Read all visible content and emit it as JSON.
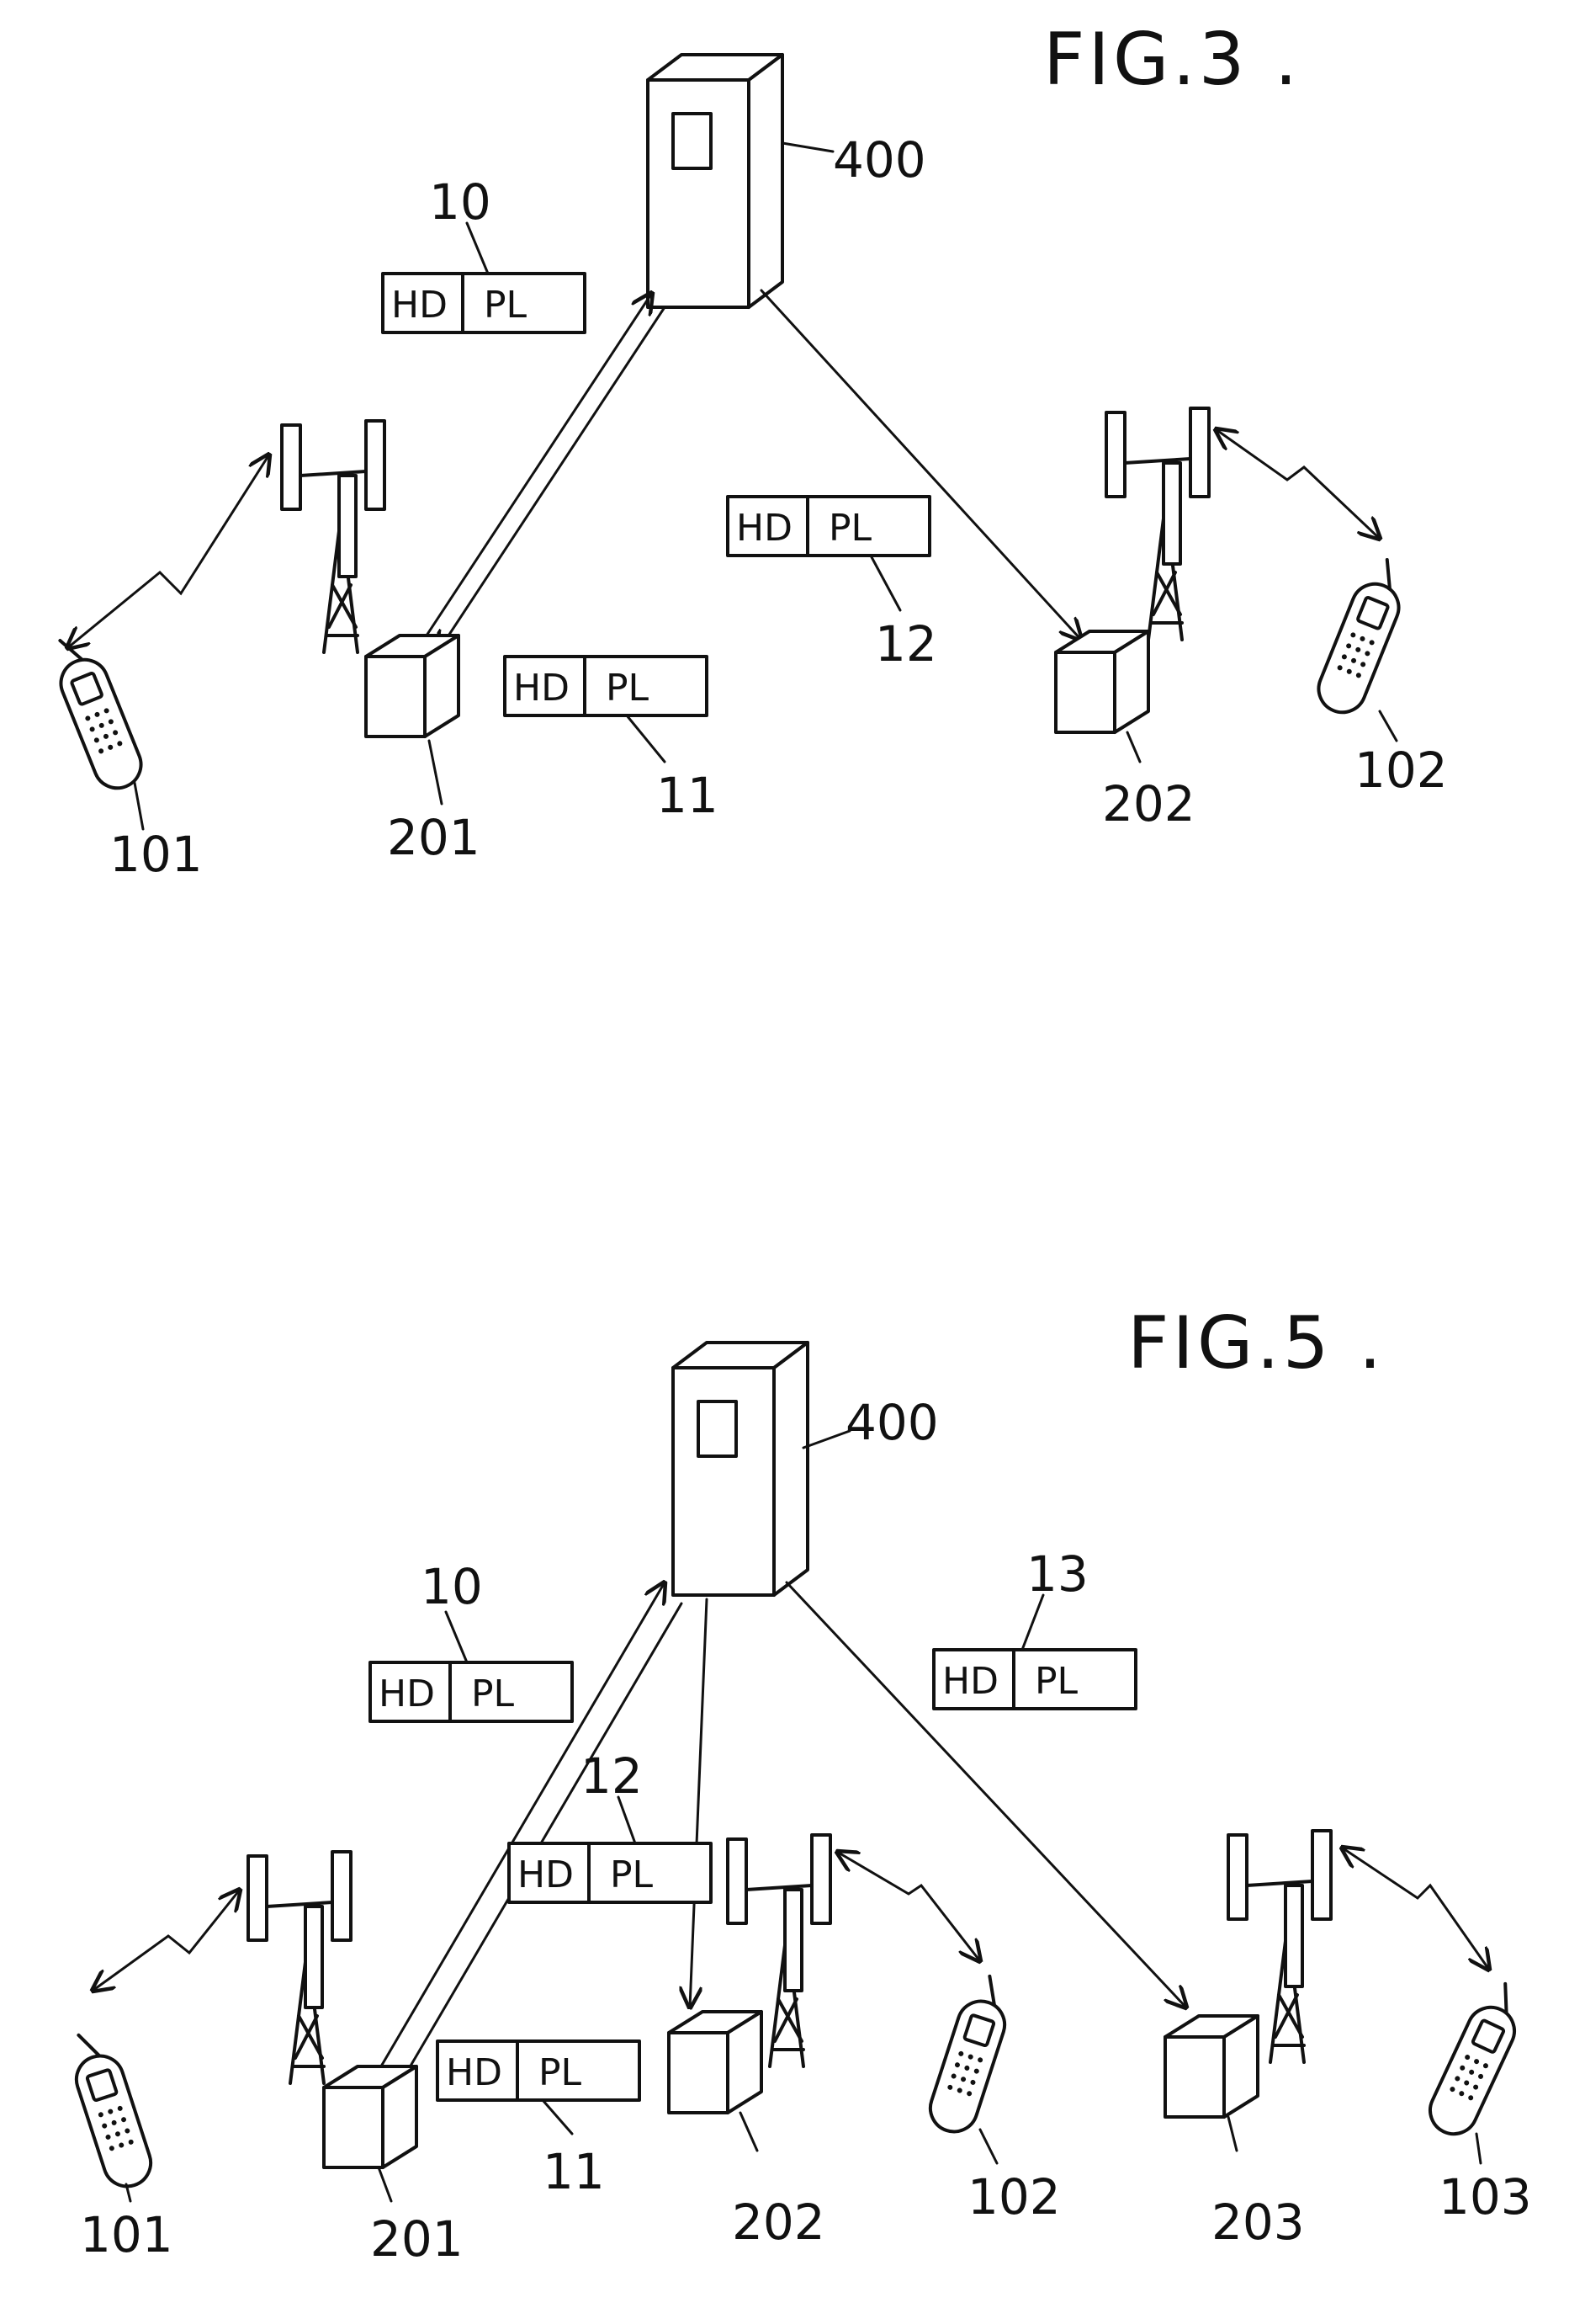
{
  "figures": [
    {
      "title": "FIG.3 .",
      "server_label": "400",
      "packets": [
        {
          "label": "10",
          "header": "HD",
          "payload": "PL"
        },
        {
          "label": "11",
          "header": "HD",
          "payload": "PL"
        },
        {
          "label": "12",
          "header": "HD",
          "payload": "PL"
        }
      ],
      "base_stations": [
        "201",
        "202"
      ],
      "mobiles": [
        "101",
        "102"
      ]
    },
    {
      "title": "FIG.5 .",
      "server_label": "400",
      "packets": [
        {
          "label": "10",
          "header": "HD",
          "payload": "PL"
        },
        {
          "label": "11",
          "header": "HD",
          "payload": "PL"
        },
        {
          "label": "12",
          "header": "HD",
          "payload": "PL"
        },
        {
          "label": "13",
          "header": "HD",
          "payload": "PL"
        }
      ],
      "base_stations": [
        "201",
        "202",
        "203"
      ],
      "mobiles": [
        "101",
        "102",
        "103"
      ]
    }
  ],
  "colors": {
    "ink": "#111111",
    "background": "#ffffff"
  }
}
